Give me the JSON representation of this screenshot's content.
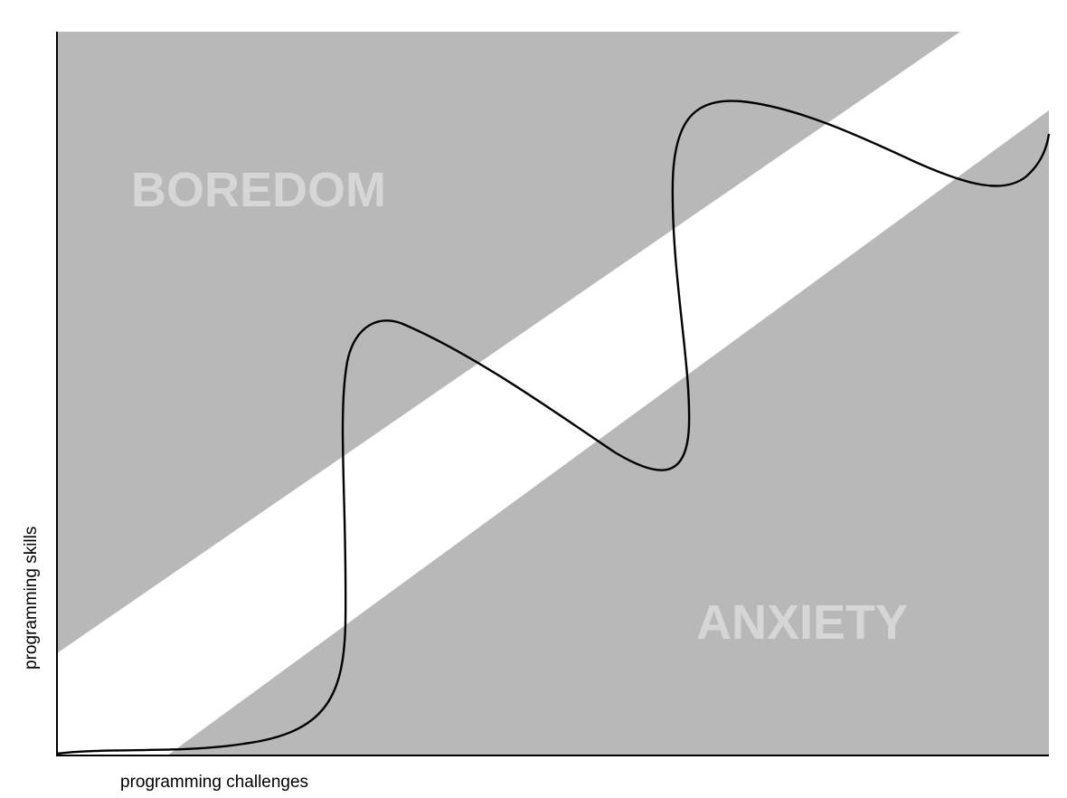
{
  "diagram": {
    "regions": {
      "upper_label": "BOREDOM",
      "lower_label": "ANXIETY"
    },
    "axes": {
      "x_label": "programming challenges",
      "y_label": "programming skills"
    },
    "colors": {
      "region_fill": "#b8b8b8",
      "channel_fill": "#ffffff",
      "region_text": "#d6d6d6",
      "curve": "#000000",
      "axis": "#000000"
    }
  }
}
